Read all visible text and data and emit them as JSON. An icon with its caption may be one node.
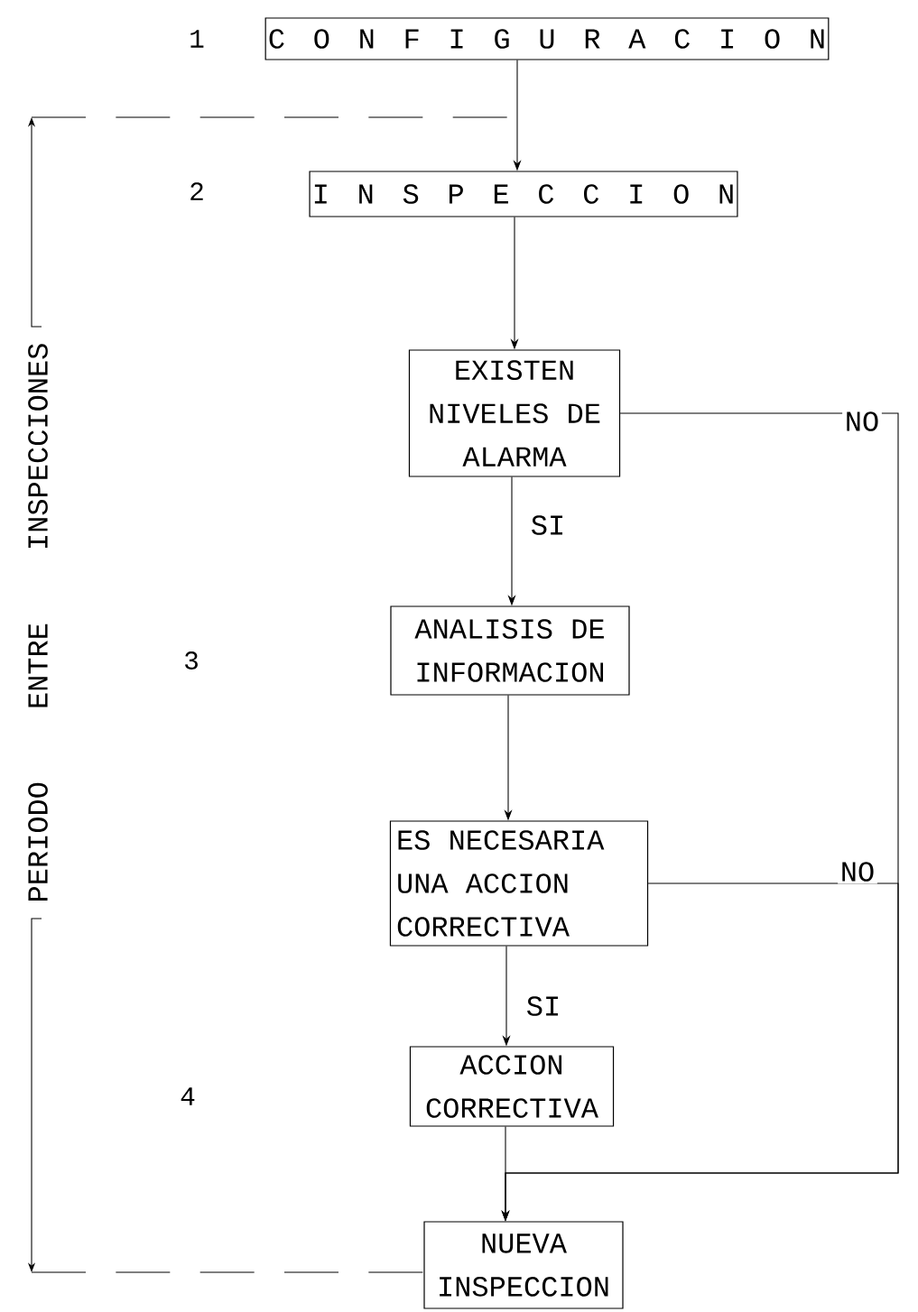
{
  "diagram": {
    "nodes": [
      {
        "text": [
          "C O N F I G U R A C I O N"
        ]
      },
      {
        "text": [
          "I N S P E C C I O N"
        ]
      },
      {
        "text": [
          "EXISTEN NIVELES DE ALARMA"
        ]
      },
      {
        "text": [
          "ANALISIS DE INFORMACION"
        ]
      },
      {
        "text": [
          "ES NECESARIA UNA ACCION CORRECTIVA"
        ]
      },
      {
        "text": [
          "ACCION CORRECTIVA"
        ]
      },
      {
        "text": [
          "NUEVA INSPECCION"
        ]
      }
    ],
    "edges": [
      {
        "from": 0,
        "to": 1,
        "arrow": "to"
      },
      {
        "from": 1,
        "to": 2,
        "arrow": "to"
      },
      {
        "from": 2,
        "to": 3,
        "arrow": "to",
        "label": "SI"
      },
      {
        "from": 3,
        "to": 4,
        "arrow": "to"
      },
      {
        "from": 4,
        "to": 5,
        "arrow": "to",
        "label": "SI"
      },
      {
        "from": 5,
        "to": 6,
        "arrow": "to"
      },
      {
        "from": 2,
        "to": 6,
        "arrow": "to",
        "label": "NO"
      },
      {
        "from": 4,
        "to": 6,
        "arrow": "to",
        "label": "NO"
      }
    ],
    "labels": [
      "1",
      "2",
      "PERIODO ENTRE INSPECCIONES",
      "3",
      "4"
    ]
  }
}
